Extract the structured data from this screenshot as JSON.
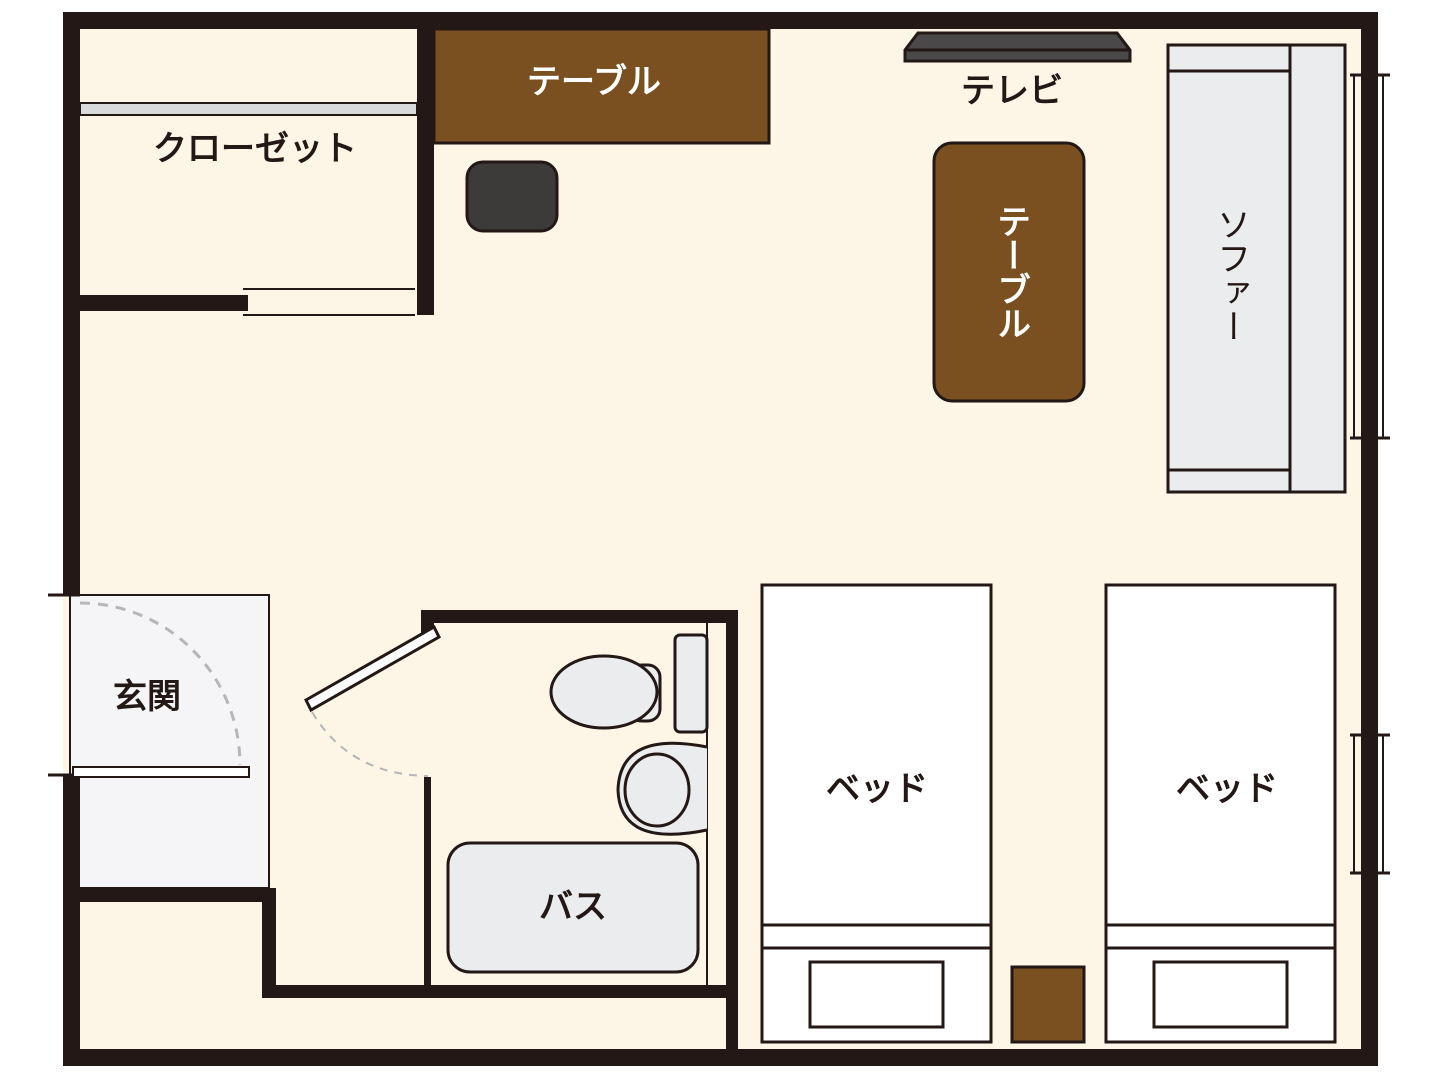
{
  "floor_plan": {
    "rooms": {
      "closet": "クローゼット",
      "entrance": "玄関",
      "bath": "バス"
    },
    "furniture": {
      "desk": "テーブル",
      "tv": "テレビ",
      "coffee_table": "テーブル",
      "sofa": "ソファー",
      "bed_left": "ベッド",
      "bed_right": "ベッド"
    },
    "colors": {
      "floor": "#fdf5e6",
      "wall": "#231815",
      "wood": "#7a5020",
      "fixture": "#ebecee",
      "chair": "#3d3a3a"
    }
  }
}
